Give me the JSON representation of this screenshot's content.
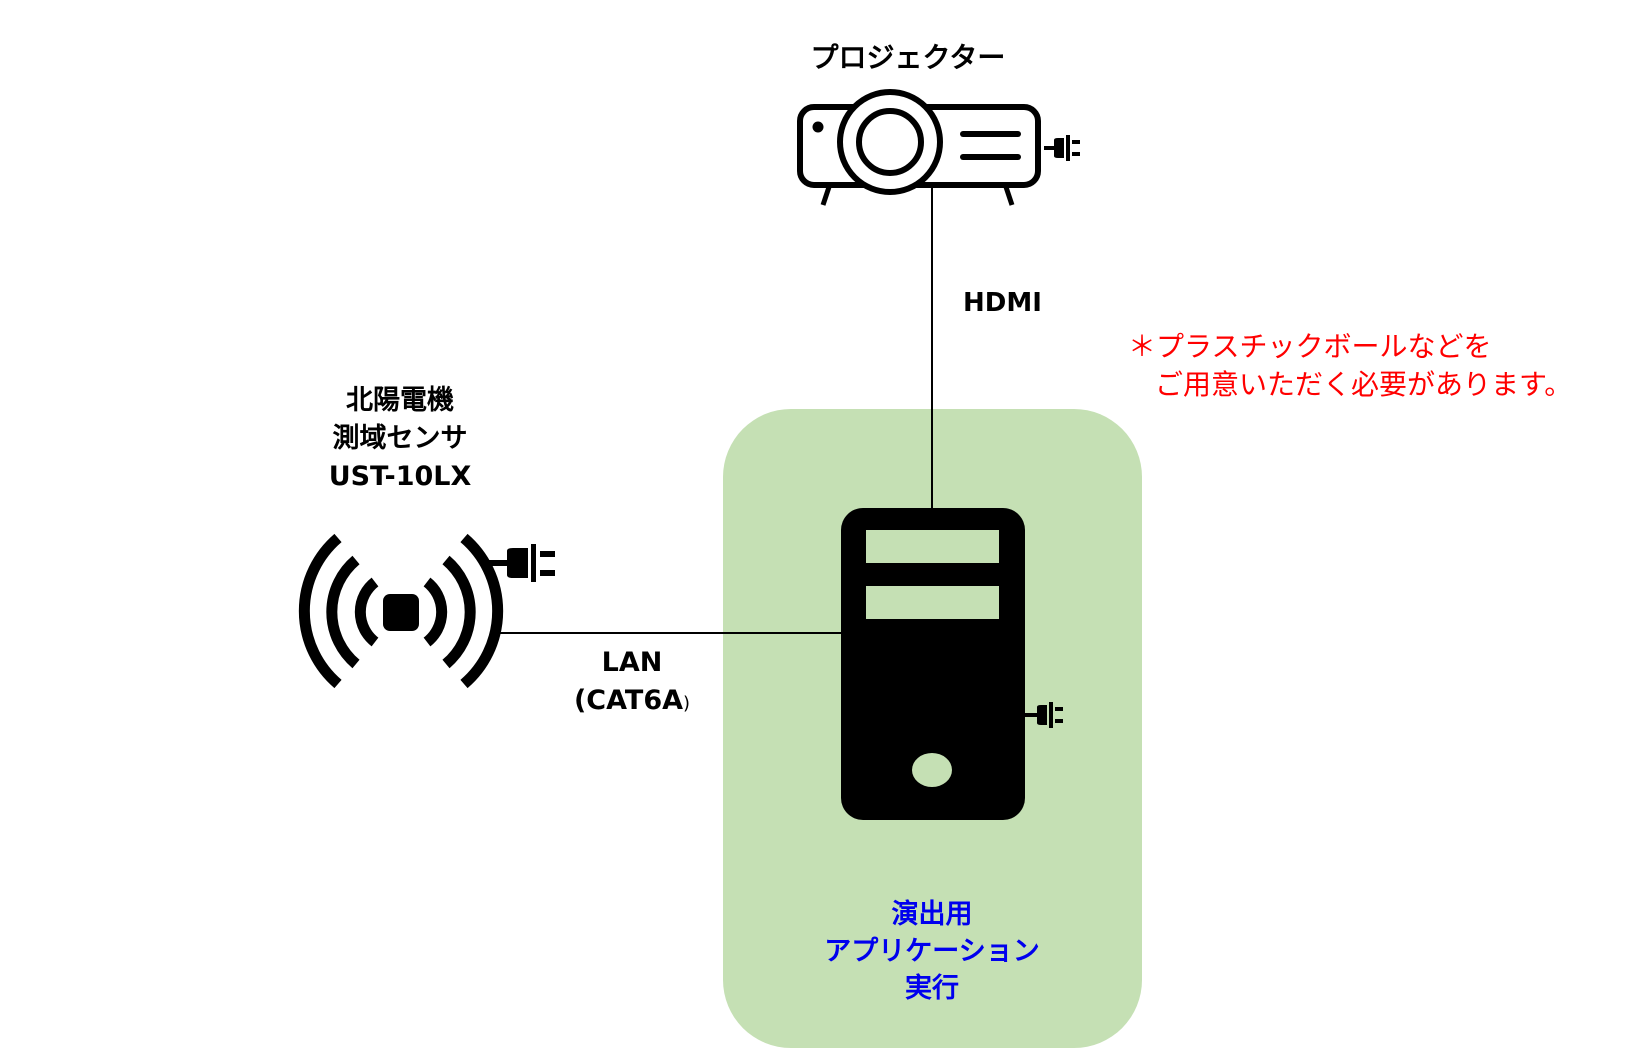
{
  "projector": {
    "label": "プロジェクター"
  },
  "connections": {
    "hdmi_label": "HDMI",
    "lan_label": "LAN",
    "lan_sub_label_main": "(CAT6A",
    "lan_sub_label_close": ")"
  },
  "sensor": {
    "lines": [
      "北陽電機",
      "測域センサ",
      "UST-10LX"
    ]
  },
  "pc": {
    "panel_lines": [
      "演出用",
      "アプリケーション",
      "実行"
    ]
  },
  "note": {
    "lines": [
      "＊プラスチックボールなどを",
      "ご用意いただく必要があります。"
    ]
  },
  "colors": {
    "panel_fill": "#c5e0b4",
    "app_text": "#0000ee",
    "note_text": "#ff0000",
    "icon": "#000000"
  }
}
